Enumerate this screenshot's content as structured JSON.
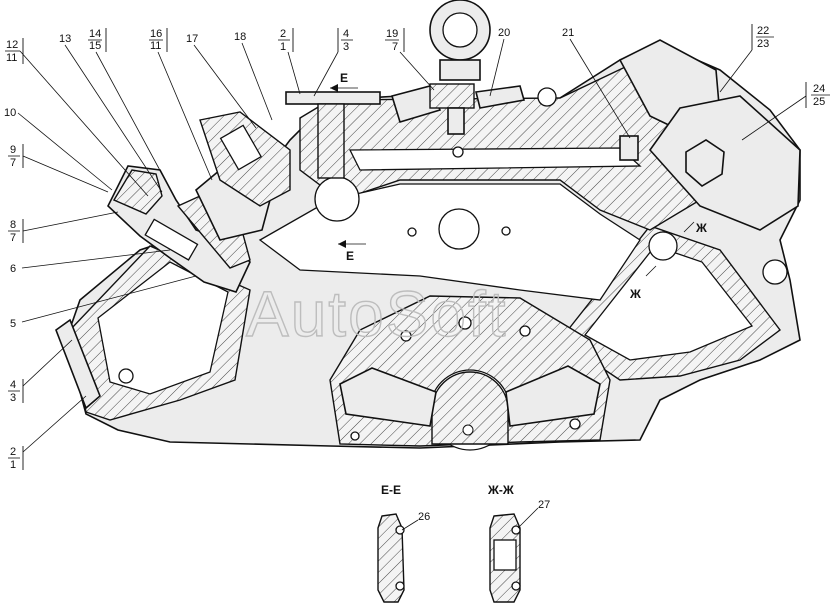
{
  "watermark": "AutoSoft",
  "section_labels": {
    "ee_marker_top": "Е",
    "ee_marker_bottom": "Е",
    "zh_marker_top": "Ж",
    "zh_marker_bottom": "Ж",
    "ee_view_title": "Е-Е",
    "zhzh_view_title": "Ж-Ж"
  },
  "callouts": {
    "c12": "12",
    "c11a": "11",
    "c13": "13",
    "c14": "14",
    "c15": "15",
    "c16": "16",
    "c11b": "11",
    "c17": "17",
    "c18": "18",
    "c2a": "2",
    "c1a": "1",
    "c4a": "4",
    "c3a": "3",
    "c19": "19",
    "c7a": "7",
    "c20": "20",
    "c21": "21",
    "c22": "22",
    "c23": "23",
    "c24": "24",
    "c25": "25",
    "c10": "10",
    "c9": "9",
    "c7b": "7",
    "c8": "8",
    "c7c": "7",
    "c6": "6",
    "c5": "5",
    "c4b": "4",
    "c3b": "3",
    "c2b": "2",
    "c1b": "1",
    "c26": "26",
    "c27": "27"
  }
}
